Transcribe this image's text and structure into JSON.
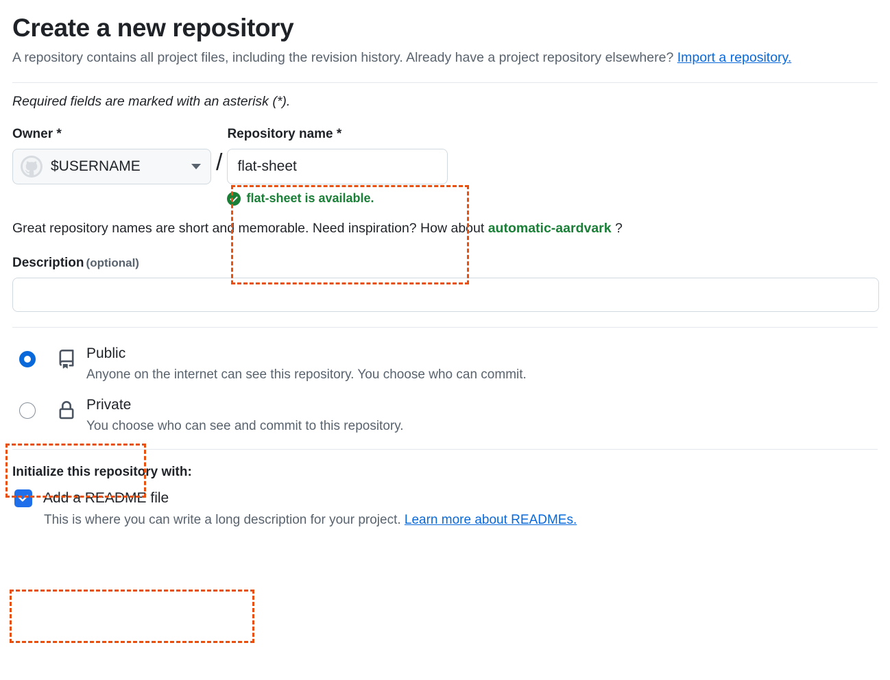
{
  "header": {
    "title": "Create a new repository",
    "intro_before_link": "A repository contains all project files, including the revision history. Already have a project repository elsewhere? ",
    "import_link": "Import a repository.",
    "required_note": "Required fields are marked with an asterisk (*)."
  },
  "owner": {
    "label": "Owner *",
    "value": "$USERNAME",
    "avatar_icon": "github-octocat-avatar-icon",
    "caret_icon": "chevron-down-icon"
  },
  "separator": "/",
  "repository_name": {
    "label": "Repository name *",
    "value": "flat-sheet",
    "placeholder": "",
    "availability_icon": "check-circle-icon",
    "availability_text": "flat-sheet is available."
  },
  "suggestion": {
    "before": "Great repository names are short and memorable. Need inspiration? How about ",
    "name": "automatic-aardvark",
    "after": " ?"
  },
  "description": {
    "label": "Description",
    "optional": "(optional)",
    "value": "",
    "placeholder": ""
  },
  "visibility": {
    "options": [
      {
        "id": "public",
        "title": "Public",
        "description": "Anyone on the internet can see this repository. You choose who can commit.",
        "icon": "repo-book-icon",
        "selected": true
      },
      {
        "id": "private",
        "title": "Private",
        "description": "You choose who can see and commit to this repository.",
        "icon": "lock-icon",
        "selected": false
      }
    ]
  },
  "initialize": {
    "title": "Initialize this repository with:",
    "readme_label": "Add a README file",
    "readme_checked": true,
    "help_before": "This is where you can write a long description for your project. ",
    "help_link": "Learn more about READMEs."
  },
  "colors": {
    "annotation": "#e8500f",
    "link": "#0969da",
    "success_green": "#1a7f37",
    "accent_blue": "#1f6feb",
    "muted_text": "#59636e"
  }
}
